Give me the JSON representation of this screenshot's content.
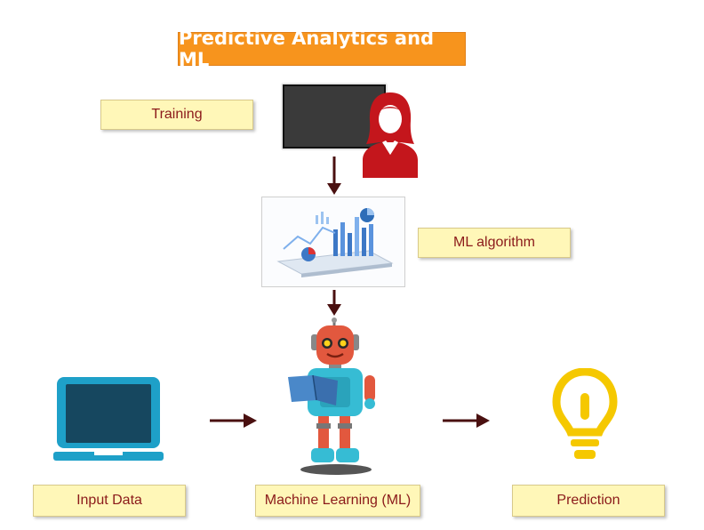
{
  "title": "Predictive Analytics and ML",
  "labels": {
    "training": "Training",
    "ml_algorithm": "ML algorithm",
    "input_data": "Input Data",
    "machine_learning": "Machine Learning (ML)",
    "prediction": "Prediction"
  },
  "colors": {
    "title_bg": "#f7941d",
    "label_bg": "#fff7b8",
    "label_text": "#8b1a1a",
    "arrow": "#4a1010",
    "laptop": "#1ea0c8",
    "bulb": "#f5c800"
  },
  "icons": [
    "presentation-board-icon",
    "presenter-woman-icon",
    "analytics-tablet-icon",
    "robot-reading-icon",
    "laptop-icon",
    "lightbulb-icon"
  ]
}
